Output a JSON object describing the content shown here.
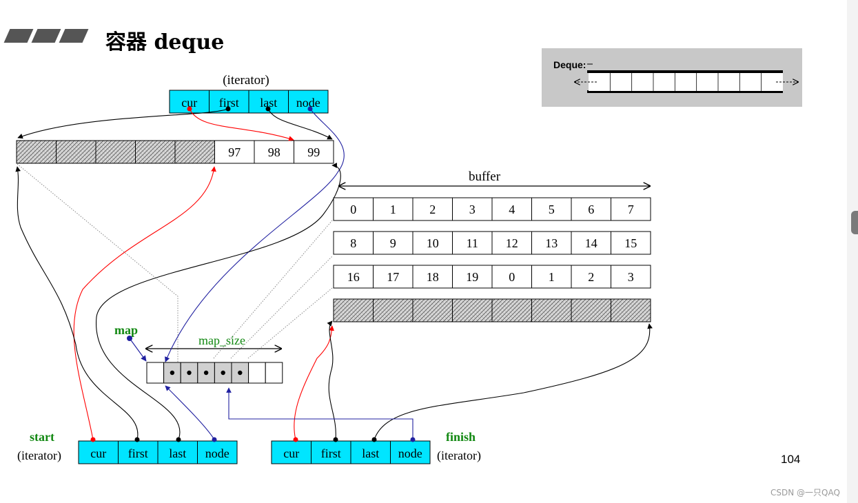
{
  "title": "容器 deque",
  "deque_box": {
    "label": "Deque:",
    "cells": 9
  },
  "top_iterator": {
    "label": "(iterator)",
    "fields": [
      "cur",
      "first",
      "last",
      "node"
    ]
  },
  "top_buffer": {
    "values": [
      "97",
      "98",
      "99"
    ]
  },
  "buffer_label": "buffer",
  "buffers": [
    [
      "0",
      "1",
      "2",
      "3",
      "4",
      "5",
      "6",
      "7"
    ],
    [
      "8",
      "9",
      "10",
      "11",
      "12",
      "13",
      "14",
      "15"
    ],
    [
      "16",
      "17",
      "18",
      "19",
      "0",
      "1",
      "2",
      "3"
    ]
  ],
  "map": {
    "label": "map",
    "size_label": "map_size"
  },
  "start": {
    "name": "start",
    "label": "(iterator)",
    "fields": [
      "cur",
      "first",
      "last",
      "node"
    ]
  },
  "finish": {
    "name": "finish",
    "label": "(iterator)",
    "fields": [
      "cur",
      "first",
      "last",
      "node"
    ]
  },
  "page_number": "104",
  "credit": "CSDN @一只QAQ",
  "colors": {
    "iterator_fill": "#00e5ff",
    "green_label": "#118811",
    "red": "#ff0000",
    "blue": "#2020a0",
    "map_used": "#d0d0d0"
  }
}
